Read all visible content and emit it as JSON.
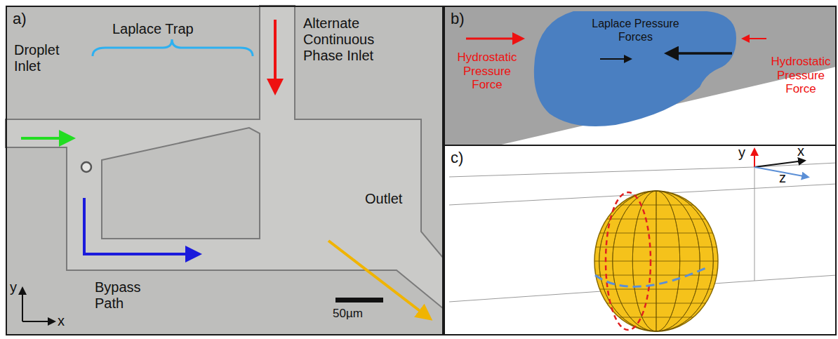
{
  "diagram": {
    "nodes": [
      {
        "text": [
          "a)"
        ]
      },
      {
        "text": [
          "b)"
        ]
      },
      {
        "text": [
          "c)"
        ]
      },
      {
        "text": [
          "Laplace Pressure Forces"
        ],
        "in": 1
      }
    ],
    "labels": [
      "Droplet Inlet",
      "Laplace Trap",
      "Alternate Continuous Phase Inlet",
      "Outlet",
      "Bypass Path",
      "50µm",
      "y",
      "x",
      "Hydrostatic Pressure Force",
      "Hydrostatic Pressure Force",
      "y",
      "x",
      "z"
    ]
  }
}
